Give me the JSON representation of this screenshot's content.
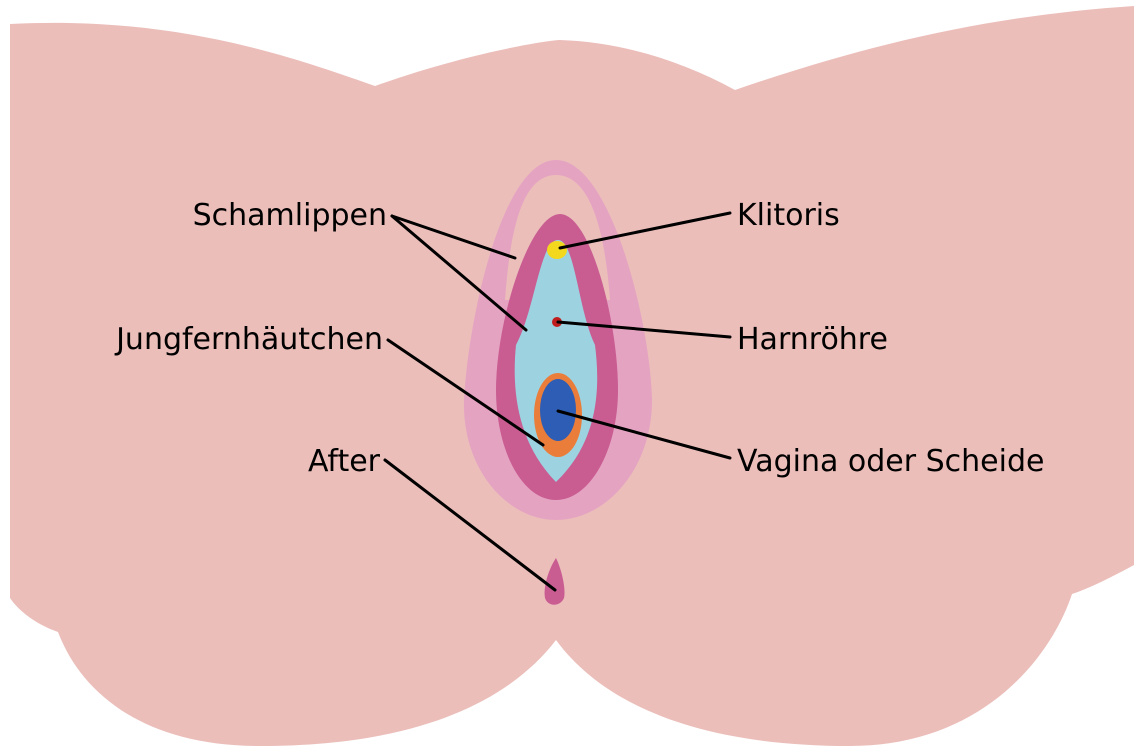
{
  "diagram": {
    "labels": {
      "schamlippen": "Schamlippen",
      "klitoris": "Klitoris",
      "harnroehre": "Harnröhre",
      "jungfernhaeutchen": "Jungfernhäutchen",
      "vagina": "Vagina oder Scheide",
      "after": "After"
    },
    "colors": {
      "skin": "#EBBEBA",
      "outer_labia": "#E5A3C2",
      "inner_labia": "#C95D92",
      "vestibule": "#9DD3E1",
      "hymen": "#EA7D3A",
      "vaginal_opening": "#2D5DB5",
      "clitoris": "#F4D81E",
      "urethra": "#C01E1E",
      "anus": "#C95D92",
      "lines": "#000000"
    }
  }
}
